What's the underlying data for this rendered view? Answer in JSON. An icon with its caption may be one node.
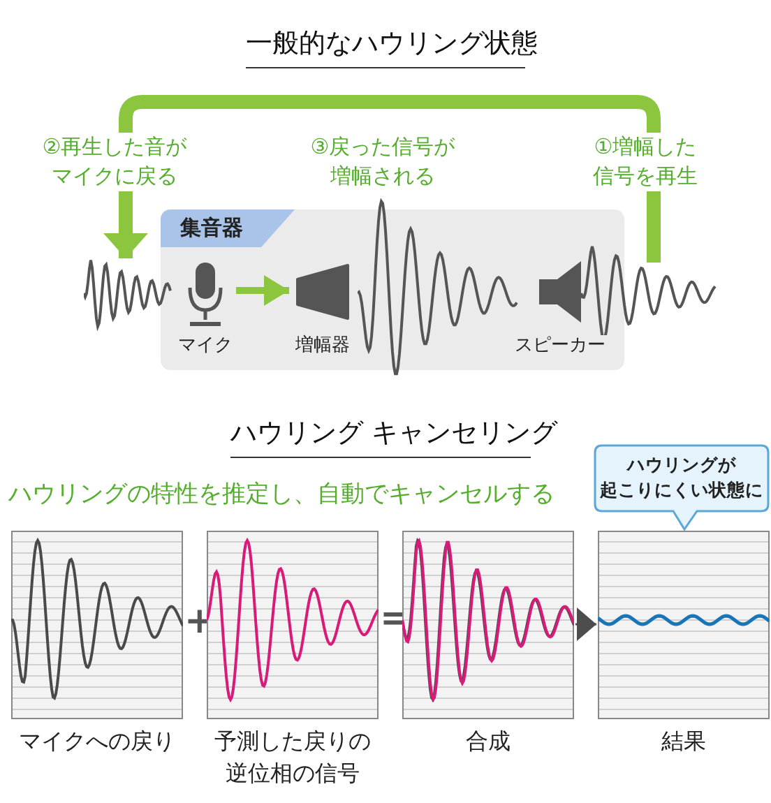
{
  "diagram": {
    "title": "一般的なハウリング状態",
    "nodes": [
      {
        "text": [],
        "shape": "wave"
      },
      {
        "text": [
          "集音器"
        ]
      },
      {
        "text": [
          "マイク"
        ],
        "in": 1
      },
      {
        "text": [
          "増幅器"
        ],
        "in": 1
      },
      {
        "text": [
          "スピーカー"
        ],
        "in": 1
      },
      {
        "text": [],
        "shape": "wave"
      },
      {
        "text": [
          "マイクへの戻り"
        ]
      },
      {
        "text": [
          "予測した戻りの逆位相の信号"
        ]
      },
      {
        "text": [
          "合成"
        ]
      },
      {
        "text": [
          "ハウリングが起こりにくい状態に"
        ]
      },
      {
        "text": [
          "結果"
        ]
      }
    ],
    "edges": [
      {
        "from": 2,
        "to": 3,
        "arrow": "to"
      },
      {
        "from": 5,
        "to": 0,
        "arrow": "to",
        "style": "thick"
      },
      {
        "from": 8,
        "to": 10,
        "arrow": "to",
        "color": "#4d4d4d"
      }
    ],
    "labels": [
      "②再生した音がマイクに戻る",
      "③戻った信号が増幅される",
      "①増幅した信号を再生",
      "ハウリング キャンセリング",
      "ハウリングの特性を推定し、自動でキャンセルする",
      "+",
      "="
    ]
  }
}
